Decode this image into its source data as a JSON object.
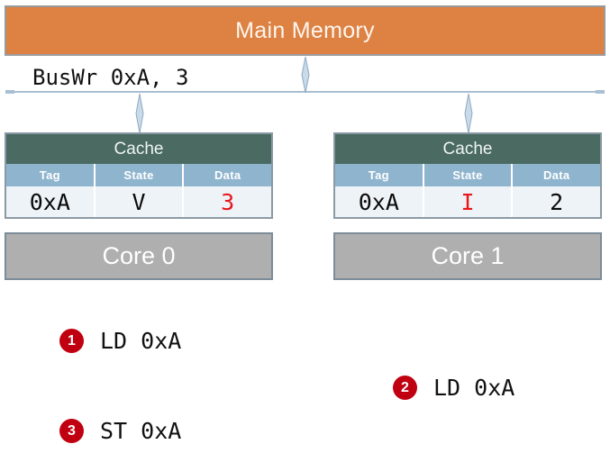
{
  "diagram": {
    "memory": {
      "label": "Main Memory",
      "color": "#DD8243"
    },
    "bus": {
      "label": "BusWr 0xA, 3",
      "arrow_icon": "double-headed-horizontal-arrow-icon",
      "color": "#9DB4C8"
    },
    "connectors": {
      "memory_to_bus": "double-headed-vertical-arrow-icon",
      "cache0_to_bus": "double-headed-vertical-arrow-icon",
      "cache1_to_bus": "double-headed-vertical-arrow-icon"
    },
    "nodes": [
      {
        "cache": {
          "title": "Cache",
          "columns": [
            "Tag",
            "State",
            "Data"
          ],
          "row": [
            {
              "value": "0xA",
              "color": "#0b0b0b"
            },
            {
              "value": "V",
              "color": "#0b0b0b"
            },
            {
              "value": "3",
              "color": "#E8171A"
            }
          ]
        },
        "core": {
          "label": "Core 0",
          "color": "#AFAFAF"
        }
      },
      {
        "cache": {
          "title": "Cache",
          "columns": [
            "Tag",
            "State",
            "Data"
          ],
          "row": [
            {
              "value": "0xA",
              "color": "#0b0b0b"
            },
            {
              "value": "I",
              "color": "#E8171A"
            },
            {
              "value": "2",
              "color": "#0b0b0b"
            }
          ]
        },
        "core": {
          "label": "Core 1",
          "color": "#AFAFAF"
        }
      }
    ],
    "instructions": [
      {
        "number": "1",
        "text": "LD 0xA",
        "badge_color": "#C00011"
      },
      {
        "number": "2",
        "text": "LD 0xA",
        "badge_color": "#C00011"
      },
      {
        "number": "3",
        "text": "ST 0xA",
        "badge_color": "#C00011"
      }
    ]
  }
}
